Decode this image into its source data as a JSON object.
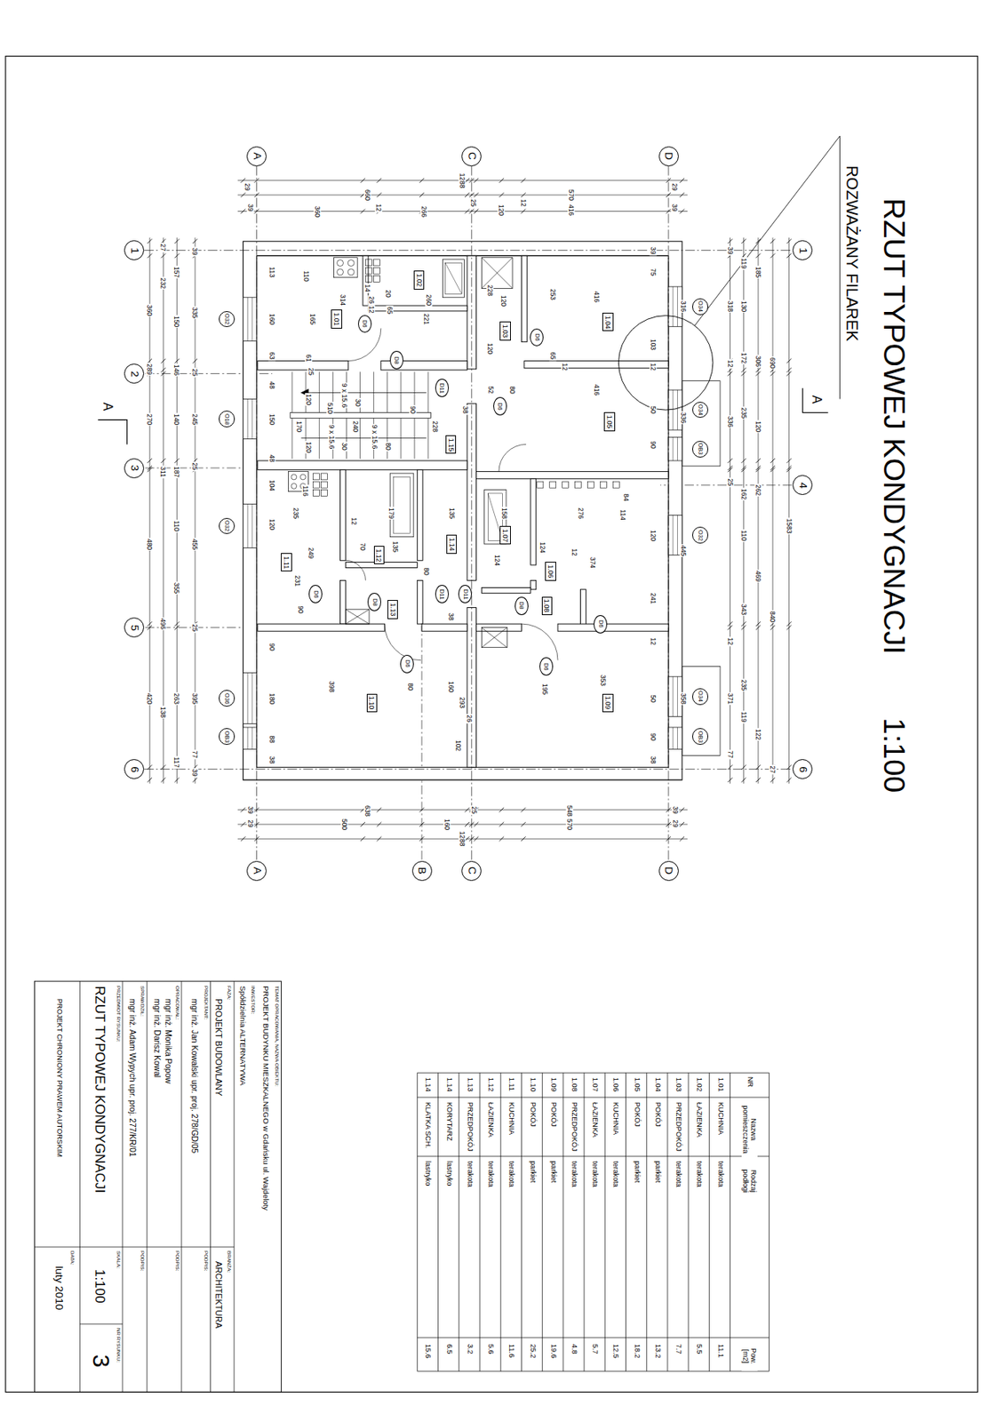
{
  "diagram": {
    "title": "RZUT TYPOWEJ KONDYGNACJI",
    "nodes": [
      {
        "text": [
          "A"
        ]
      },
      {
        "text": [
          "C"
        ]
      },
      {
        "text": [
          "D"
        ]
      },
      {
        "text": [
          "1"
        ]
      },
      {
        "text": [
          "2"
        ]
      },
      {
        "text": [
          "3"
        ]
      },
      {
        "text": [
          "5"
        ]
      },
      {
        "text": [
          "6"
        ]
      },
      {
        "text": [
          "1"
        ]
      },
      {
        "text": [
          "4"
        ]
      },
      {
        "text": [
          "6"
        ]
      },
      {
        "text": [
          "A"
        ]
      },
      {
        "text": [
          "B"
        ]
      },
      {
        "text": [
          "C"
        ]
      },
      {
        "text": [
          "D"
        ]
      },
      {
        "text": [
          "O32"
        ]
      },
      {
        "text": [
          "O18"
        ]
      },
      {
        "text": [
          "O32"
        ]
      },
      {
        "text": [
          "O36"
        ]
      },
      {
        "text": [
          "OB3"
        ]
      },
      {
        "text": [
          "O34"
        ]
      },
      {
        "text": [
          "O34"
        ]
      },
      {
        "text": [
          "OB3"
        ]
      },
      {
        "text": [
          "O32"
        ]
      },
      {
        "text": [
          "O34"
        ]
      },
      {
        "text": [
          "OB3"
        ]
      },
      {
        "text": [
          "1.01"
        ]
      },
      {
        "text": [
          "1.02"
        ]
      },
      {
        "text": [
          "1.03"
        ]
      },
      {
        "text": [
          "1.04"
        ]
      },
      {
        "text": [
          "1.05"
        ]
      },
      {
        "text": [
          "1.06"
        ]
      },
      {
        "text": [
          "1.07"
        ]
      },
      {
        "text": [
          "1.08"
        ]
      },
      {
        "text": [
          "1.09"
        ]
      },
      {
        "text": [
          "1.10"
        ]
      },
      {
        "text": [
          "1.11"
        ]
      },
      {
        "text": [
          "1.12"
        ]
      },
      {
        "text": [
          "1.13"
        ]
      },
      {
        "text": [
          "1.14"
        ]
      },
      {
        "text": [
          "1.15"
        ]
      },
      {
        "text": [
          "D6"
        ]
      },
      {
        "text": [
          "D8"
        ]
      },
      {
        "text": [
          "D11"
        ]
      },
      {
        "text": [
          "D6"
        ]
      },
      {
        "text": [
          "D6"
        ]
      },
      {
        "text": [
          "D6"
        ]
      },
      {
        "text": [
          "D8"
        ]
      },
      {
        "text": [
          "D11"
        ]
      },
      {
        "text": [
          "D11"
        ]
      },
      {
        "text": [
          "D8"
        ]
      },
      {
        "text": [
          "D6"
        ]
      },
      {
        "text": [
          "D6"
        ]
      },
      {
        "text": [
          "D6"
        ]
      }
    ],
    "edges": [
      {
        "from": 0,
        "to": 11,
        "arrow": "none"
      },
      {
        "from": 1,
        "to": 13,
        "arrow": "none"
      },
      {
        "from": 2,
        "to": 14,
        "arrow": "none"
      },
      {
        "from": 3,
        "to": 8,
        "arrow": "none"
      },
      {
        "from": 7,
        "to": 10,
        "arrow": "none"
      }
    ],
    "labels": [
      "1:100",
      "ROZWAŻANY FILAREK",
      "A",
      "A",
      "1288",
      "29",
      "660",
      "570",
      "29",
      "39",
      "360",
      "12",
      "266",
      "25",
      "120",
      "12",
      "416",
      "39",
      "39",
      "638",
      "25",
      "548",
      "39",
      "29",
      "500",
      "160",
      "570",
      "29",
      "1288",
      "360",
      "289",
      "270",
      "480",
      "420",
      "27",
      "232",
      "311",
      "496",
      "138",
      "157",
      "150",
      "146",
      "140",
      "187",
      "110",
      "355",
      "263",
      "117",
      "39",
      "335",
      "25",
      "245",
      "25",
      "455",
      "25",
      "395",
      "77",
      "39",
      "113",
      "160",
      "63",
      "48",
      "150",
      "48",
      "104",
      "120",
      "90",
      "180",
      "88",
      "38",
      "39",
      "75",
      "103",
      "12",
      "50",
      "90",
      "120",
      "241",
      "12",
      "50",
      "90",
      "38",
      "316",
      "336",
      "445",
      "358",
      "39",
      "318",
      "12",
      "336",
      "25",
      "12",
      "371",
      "77",
      "119",
      "130",
      "172",
      "235",
      "162",
      "110",
      "343",
      "235",
      "119",
      "185",
      "306",
      "120",
      "262",
      "469",
      "122",
      "690",
      "840",
      "27",
      "1583",
      "110",
      "314",
      "26",
      "12",
      "65",
      "260",
      "221",
      "165",
      "61",
      "25",
      "120",
      "170",
      "120",
      "9 x 15.6",
      "30",
      "510",
      "90",
      "38",
      "240",
      "228",
      "9 x 15.6",
      "30",
      "9 x 15.6",
      "80",
      "228",
      "120",
      "253",
      "416",
      "120",
      "65",
      "12",
      "52",
      "80",
      "416",
      "116",
      "235",
      "179",
      "135",
      "158",
      "276",
      "114",
      "84",
      "12",
      "70",
      "135",
      "124",
      "124",
      "12",
      "374",
      "249",
      "231",
      "90",
      "80",
      "38",
      "398",
      "80",
      "160",
      "195",
      "353",
      "293",
      "26",
      "102",
      "14",
      "20",
      "NR",
      "Nazwa pomieszczenia",
      "Rodzaj podłogi",
      "Pow. [m2]",
      "1.01",
      "KUCHNIA",
      "terakota",
      "11.1",
      "1.02",
      "ŁAZIENKA",
      "terakota",
      "5.5",
      "1.03",
      "PRZEDPOKÓJ",
      "terakota",
      "7.7",
      "1.04",
      "POKÓJ",
      "parkiet",
      "13.2",
      "1.05",
      "POKÓJ",
      "parkiet",
      "18.2",
      "1.06",
      "KUCHNIA",
      "terakota",
      "12.5",
      "1.07",
      "ŁAZIENKA",
      "terakota",
      "5.7",
      "1.08",
      "PRZEDPOKÓJ",
      "terakota",
      "4.8",
      "1.09",
      "POKÓJ",
      "parkiet",
      "19.6",
      "1.10",
      "POKÓJ",
      "parkiet",
      "25.2",
      "1.11",
      "KUCHNIA",
      "terakota",
      "11.6",
      "1.12",
      "ŁAZIENKA",
      "terakota",
      "5.6",
      "1.13",
      "PRZEDPOKÓJ",
      "terakota",
      "3.2",
      "1.14",
      "KORYTARZ",
      "lastryko",
      "6.5",
      "1.14",
      "KLATKA SCH.",
      "lastryko",
      "15.6",
      "TEMAT OPRACOWANIA, NAZWA OBIEKTU:",
      "PROJEKT BUDYNKU MIESZKALNEGO w Gdańsku ul. Wajdeloty",
      "INWESTOR:",
      "Spółdzielnia ALTERNATYWA",
      "FAZA:",
      "PROJEKT BUDOWLANY",
      "BRANŻA:",
      "ARCHITEKTURA",
      "PROJEKTANT:",
      "PODPIS:",
      "mgr inż. Jan Kowalski upr. proj. 278/GD/05",
      "OPRACOWAŁ:",
      "PODPIS:",
      "mgr inż. Monika Popow",
      "mgr inż. Darisz Kowal",
      "SPRAWDZIŁ:",
      "PODPIS:",
      "mgr inż. Adam Wypych upr. proj. 277/KR/01",
      "PRZEDMIOT RYSUNKU:",
      "SKALA:",
      "NR RYSUNKU:",
      "RZUT TYPOWEJ KONDYGNACJI",
      "1:100",
      "3",
      "PROJEKT CHRONIONY PRAWEM AUTORSKIM",
      "DATA:",
      "luty 2010"
    ]
  }
}
